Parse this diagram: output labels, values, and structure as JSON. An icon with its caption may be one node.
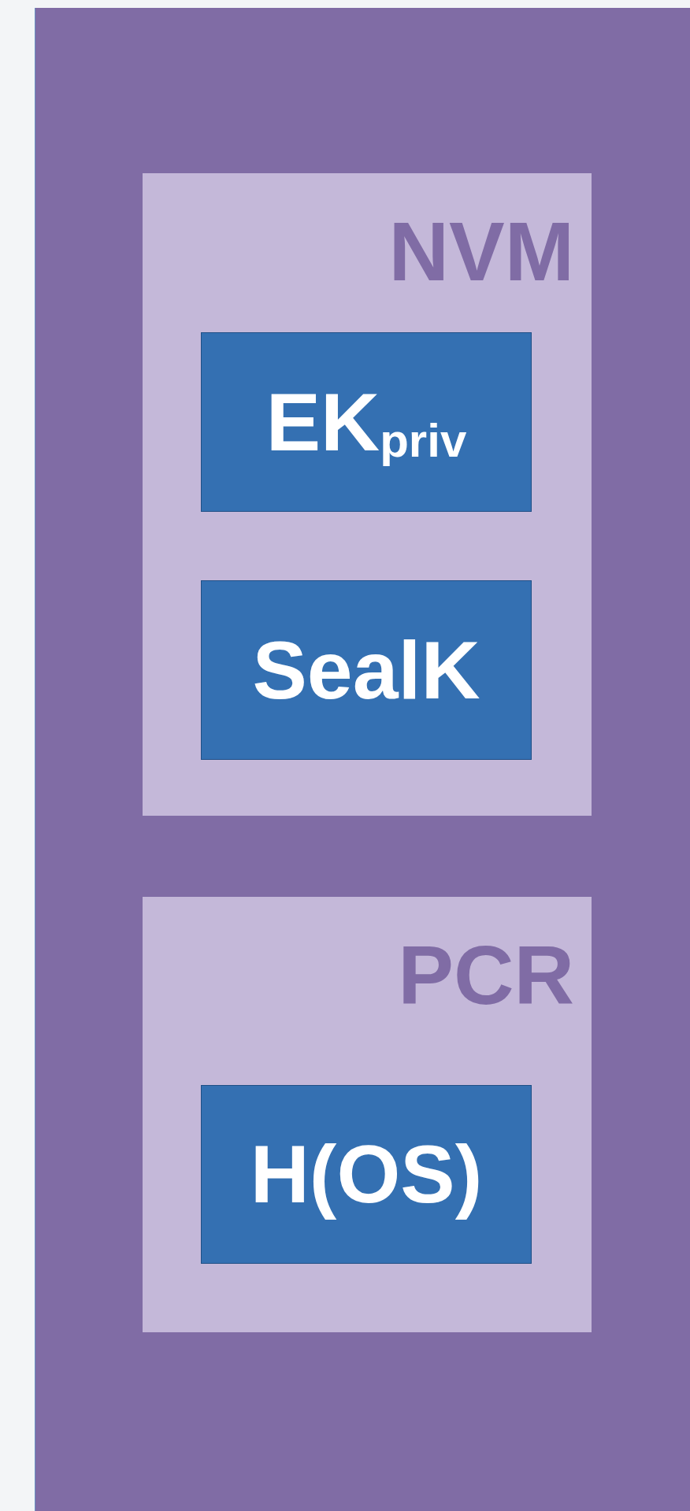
{
  "diagram": {
    "nodes": [
      {
        "text": [],
        "shape": "box"
      },
      {
        "text": [
          "NVM"
        ],
        "in": 0
      },
      {
        "text": [
          "EK$_{priv}$"
        ],
        "in": 1
      },
      {
        "text": [
          "SealK"
        ],
        "in": 1
      },
      {
        "text": [
          "PCR"
        ],
        "in": 0
      },
      {
        "text": [
          "H(OS)"
        ],
        "in": 4
      }
    ]
  }
}
